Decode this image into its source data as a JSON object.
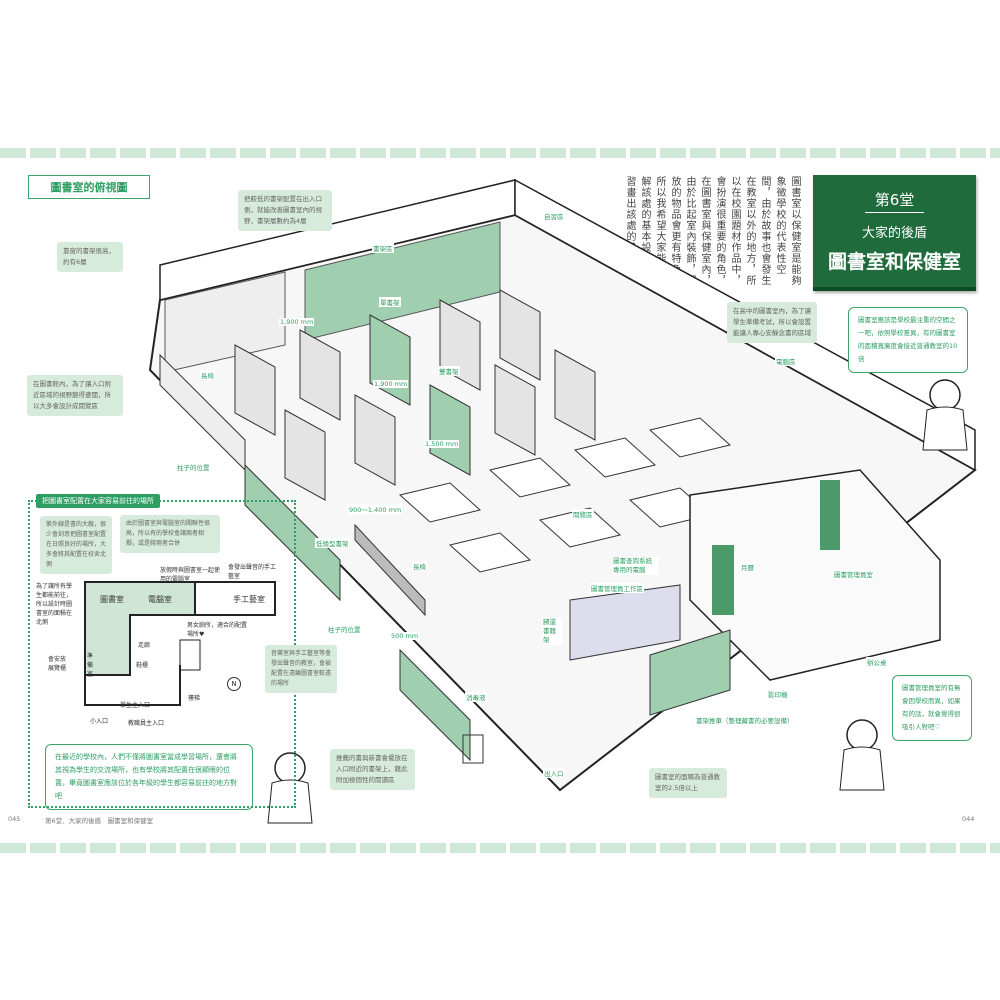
{
  "section_title": "圖書室的俯視圖",
  "chalkboard": {
    "lesson": "第6堂",
    "subtitle": "大家的後盾",
    "title": "圖書室和保健室"
  },
  "intro_text": "圖書室以保健室是能夠象徵學校的代表性空間，由於故事也會發生在教室以外的地方，所以在校園題材作品中，會扮演很重要的角色，在圖書室與保健室內，由於比起室內裝飾，擺放的物品會更有特色，所以我希望大家能先了解該處的基本設備，學習畫出該處的風格！",
  "callouts": {
    "window_shelves": "靠窗的書架很高，約有6層",
    "low_shelves": "把較低的書架配置在出入口側，就能改善圖書室內的視野，書架層數約為4層",
    "reading_area": "在圖書館內，為了讓入口附近區域的視野變得遼闊，所以大多會設計成閱覽區",
    "study_area": "在高中的圖書室內，為了讓學生準備考試，所以會設置能讓人專心安靜念書的區域",
    "new_books": "推薦的書與新書會擺放在入口附近的書架上，藉此附加極個性的閱讀區",
    "area": "圖書室的面積為普通教室的2.5倍以上"
  },
  "labels": {
    "shelf_area": "書架區",
    "single_shelf": "單書架",
    "double_shelf": "雙書架",
    "study": "自習區",
    "computer": "電腦區",
    "bench": "長椅",
    "pillar": "柱子的位置",
    "dim_900": "900～1,400 mm",
    "dim_1900a": "1,900 mm",
    "dim_1900b": "1,900 mm",
    "dim_1500": "1,500 mm",
    "dim_500": "500 mm",
    "low_shelf": "低矮型書架",
    "bench2": "長椅",
    "pillar2": "柱子的位置",
    "sanitizer": "消毒液",
    "entrance": "出入口",
    "reading": "閱覽區",
    "search_pc": "圖書查詢系統專用的電腦",
    "desk": "圖書管理員工作區",
    "return_shelf": "歸還書籍架",
    "calendar": "月曆",
    "librarian_room": "圖書管理員室",
    "office_desk": "辦公桌",
    "copier": "影印機",
    "book_cart": "書架推車（整理藏書的必要設備）"
  },
  "bubbles": {
    "top_right": "圖書室應該是學校最注重的空間之一吧，依照學校差異，有的圖書室的面積寬廣度會接近普通教室的10倍",
    "bottom_left": "在最近的學校內，人們不僅將圖書室當成學習場所，還會將其視為學生的交流場所，也有學校將其配置在很顯眼的位置，畢竟圖書室應該位於各年級的學生都容易前往的地方對吧",
    "bottom_right": "圖書管理員室的有無會因學校而異，如果有的話，就會覺得很吸引人對吧♡"
  },
  "floor_plan": {
    "tag": "把圖書室配置在大家容易前往的場所",
    "note_north": "紫外線是書的大敵，很少會刻意把圖書室配置在日照良好的場所，大多會將其配置在校舍北側",
    "note_computer": "由於圖書室與電腦室的關聯性很高，所以有的學校會讓兩者相鄰，或是將兩者合併",
    "note_craft": "音樂室與手工藝室等會發出聲音的教室，會被配置在遠離圖書室較遠的場所",
    "library": "圖書室",
    "computer_room": "電腦室",
    "craft_room": "手工藝室",
    "corridor": "走廊",
    "shoe": "鞋櫃",
    "stairs": "樓梯",
    "main_entrance": "學生主入口",
    "small_entrance": "小入口",
    "staff_entrance": "教職員主入口",
    "north": "N",
    "pc_note": "放假時與圖書室一起使用的電腦室",
    "craft_note": "會發出聲音的手工藝室",
    "toilet_note": "男女廁所，適合的配置場所♥",
    "left_note": "為了讓所有學生都能前往，所以設計時圖書室的面積在北側",
    "storage": "準備室",
    "lobby_note": "會安放展覽櫃"
  },
  "footer": {
    "left_page": "045",
    "left_text": "第6堂．大家的後盾　圖書室和保健室",
    "right_page": "044"
  },
  "colors": {
    "accent": "#2e9e63",
    "callout_bg": "#d6ebdc",
    "chalkboard": "#1f6b3c",
    "shelf_green": "#9fcfae"
  }
}
